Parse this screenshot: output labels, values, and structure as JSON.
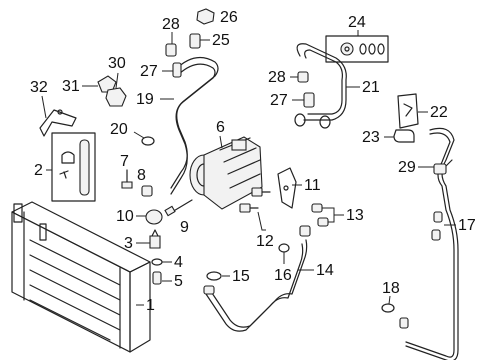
{
  "diagram": {
    "callouts": {
      "c1": "1",
      "c2": "2",
      "c3": "3",
      "c4": "4",
      "c5": "5",
      "c6": "6",
      "c7": "7",
      "c8": "8",
      "c9": "9",
      "c10": "10",
      "c11": "11",
      "c12": "12",
      "c13": "13",
      "c14": "14",
      "c15": "15",
      "c16": "16",
      "c17": "17",
      "c18": "18",
      "c19": "19",
      "c20": "20",
      "c21": "21",
      "c22": "22",
      "c23": "23",
      "c24": "24",
      "c25": "25",
      "c26": "26",
      "c27a": "27",
      "c27b": "27",
      "c28a": "28",
      "c28b": "28",
      "c29": "29",
      "c30": "30",
      "c31": "31",
      "c32": "32"
    }
  }
}
